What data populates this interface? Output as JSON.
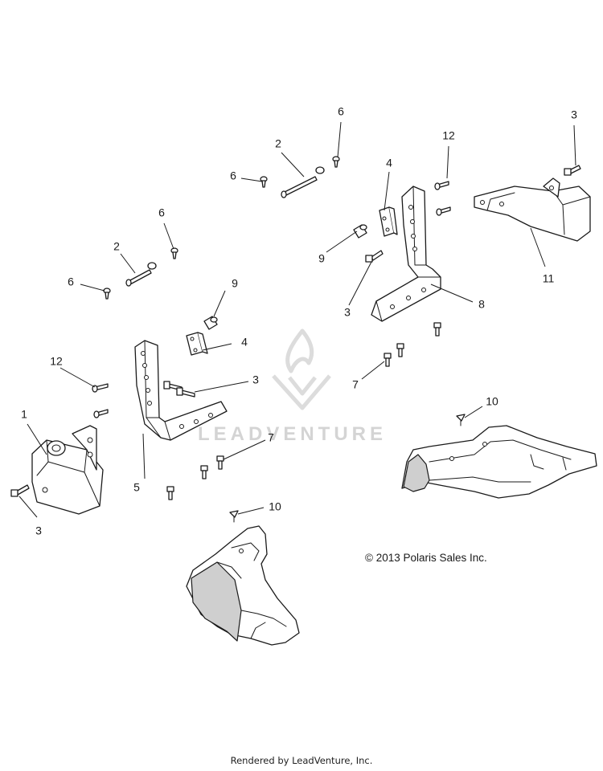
{
  "diagram": {
    "callouts": {
      "c1": "1",
      "c2a": "2",
      "c2b": "2",
      "c3a": "3",
      "c3b": "3",
      "c3c": "3",
      "c3d": "3",
      "c4a": "4",
      "c4b": "4",
      "c5": "5",
      "c6a": "6",
      "c6b": "6",
      "c6c": "6",
      "c6d": "6",
      "c7a": "7",
      "c7b": "7",
      "c8": "8",
      "c9a": "9",
      "c9b": "9",
      "c10a": "10",
      "c10b": "10",
      "c11": "11",
      "c12a": "12",
      "c12b": "12"
    },
    "copyright": "© 2013 Polaris Sales Inc.",
    "watermark": "LEADVENTURE"
  },
  "footer": {
    "rendered_by": "Rendered by LeadVenture, Inc."
  }
}
